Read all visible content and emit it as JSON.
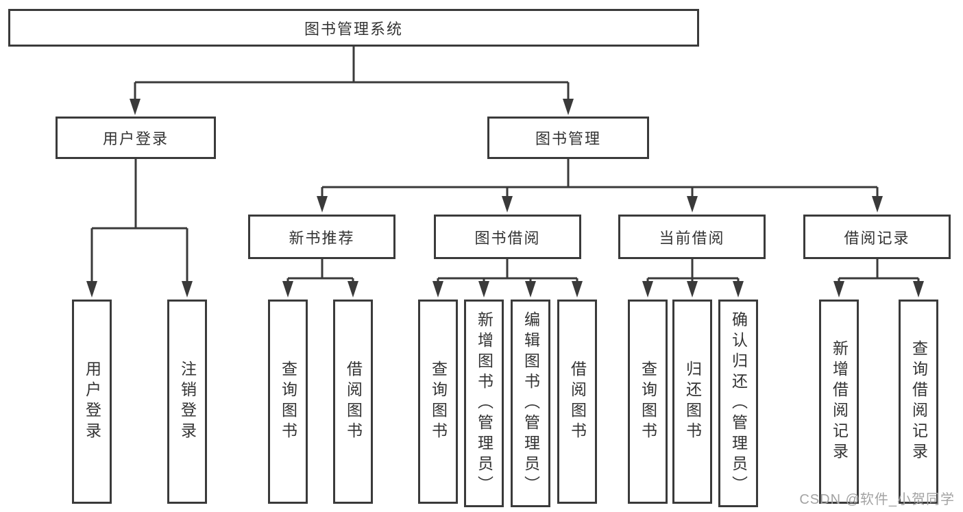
{
  "diagram_title": "图书管理系统",
  "nodes": {
    "root": {
      "label": "图书管理系统"
    },
    "user_login": {
      "label": "用户登录"
    },
    "book_mgmt": {
      "label": "图书管理"
    },
    "new_book_rec": {
      "label": "新书推荐"
    },
    "book_borrow": {
      "label": "图书借阅"
    },
    "current_borrow": {
      "label": "当前借阅"
    },
    "borrow_records": {
      "label": "借阅记录"
    },
    "leaf_user_login": {
      "label": "用户登录"
    },
    "leaf_logout": {
      "label": "注销登录"
    },
    "leaf_query_book_1": {
      "label": "查询图书"
    },
    "leaf_borrow_book_1": {
      "label": "借阅图书"
    },
    "leaf_query_book_2": {
      "label": "查询图书"
    },
    "leaf_add_book": {
      "label": "新增图书（管理员）"
    },
    "leaf_edit_book": {
      "label": "编辑图书（管理员）"
    },
    "leaf_borrow_book_2": {
      "label": "借阅图书"
    },
    "leaf_query_book_3": {
      "label": "查询图书"
    },
    "leaf_return_book": {
      "label": "归还图书"
    },
    "leaf_confirm_return": {
      "label": "确认归还（管理员）"
    },
    "leaf_add_borrow_record": {
      "label": "新增借阅记录"
    },
    "leaf_query_borrow_record": {
      "label": "查询借阅记录"
    }
  },
  "watermark": {
    "text": "CSDN @软件_小贺同学"
  },
  "colors": {
    "line": "#3a3a3a",
    "text": "#333333",
    "watermark": "#a3a3a3",
    "background": "#ffffff"
  }
}
